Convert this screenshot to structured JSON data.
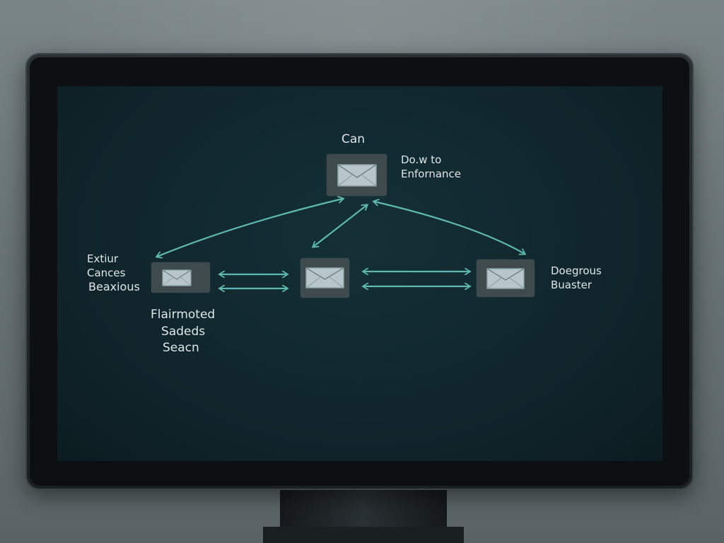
{
  "diagram": {
    "top_node_label": "Can",
    "top_right_label": {
      "line1": "Do.w to",
      "line2": "Enfornance"
    },
    "left_label": {
      "line1": "Extiur",
      "line2": "Cances",
      "line3": "Beaxious"
    },
    "right_label": {
      "line1": "Doegrous",
      "line2": "Buaster"
    },
    "bottom_left_label": {
      "line1": "Flairmoted",
      "line2": "Sadeds",
      "line3": "Seacn"
    }
  },
  "nodes": [
    {
      "id": "top",
      "icon": "envelope-icon"
    },
    {
      "id": "left",
      "icon": "envelope-icon"
    },
    {
      "id": "center",
      "icon": "envelope-icon"
    },
    {
      "id": "right",
      "icon": "envelope-icon"
    }
  ],
  "colors": {
    "arrow": "#5fb8ae",
    "node_bg": "#3f4a4d",
    "envelope_fill": "#b7c6c8",
    "envelope_stroke": "#8fa3a6",
    "label_text": "#dfe6e8",
    "screen_bg": "#0f2329"
  }
}
